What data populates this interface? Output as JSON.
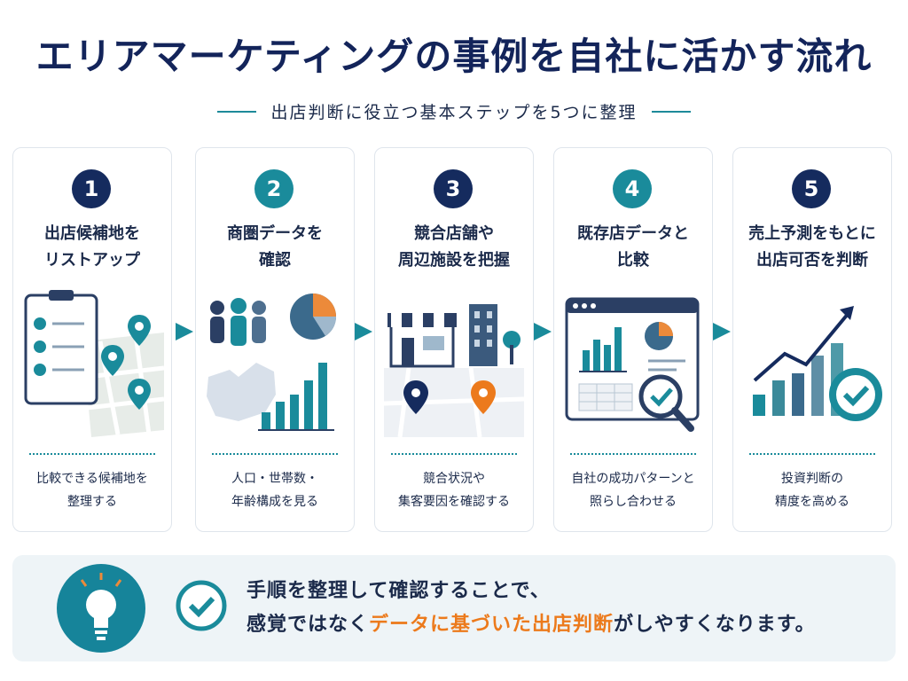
{
  "title": "エリアマーケティングの事例を自社に活かす流れ",
  "subtitle": "出店判断に役立つ基本ステップを5つに整理",
  "steps": [
    {
      "num": "1",
      "title1": "出店候補地を",
      "title2": "リストアップ",
      "desc1": "比較できる候補地を",
      "desc2": "整理する",
      "color": "#152b5e"
    },
    {
      "num": "2",
      "title1": "商圏データを",
      "title2": "確認",
      "desc1": "人口・世帯数・",
      "desc2": "年齢構成を見る",
      "color": "#1a8b9b"
    },
    {
      "num": "3",
      "title1": "競合店舗や",
      "title2": "周辺施設を把握",
      "desc1": "競合状況や",
      "desc2": "集客要因を確認する",
      "color": "#152b5e"
    },
    {
      "num": "4",
      "title1": "既存店データと",
      "title2": "比較",
      "desc1": "自社の成功パターンと",
      "desc2": "照らし合わせる",
      "color": "#1a8b9b"
    },
    {
      "num": "5",
      "title1": "売上予測をもとに",
      "title2": "出店可否を判断",
      "desc1": "投資判断の",
      "desc2": "精度を高める",
      "color": "#152b5e"
    }
  ],
  "summary": {
    "line1": "手順を整理して確認することで、",
    "line2_pre": "感覚ではなく",
    "line2_highlight": "データに基づいた出店判断",
    "line2_post": "がしやすくなります。"
  },
  "colors": {
    "navy": "#152b5e",
    "teal": "#1a8b9b",
    "orange": "#ec7a1c"
  }
}
